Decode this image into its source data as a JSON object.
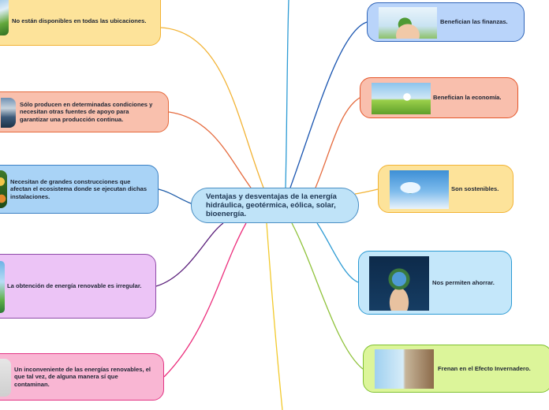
{
  "central": {
    "title": "Ventajas y desventajas de la energía hidráulica, geotérmica, eólica, solar, bioenergía."
  },
  "disadvantages": [
    {
      "text": "No están disponibles en todas las ubicaciones.",
      "fill": "#fde39a",
      "border": "#f2b335",
      "line": "#f2b335",
      "image_icon": "green-energy-photo-icon"
    },
    {
      "text": "Sólo producen en determinadas condiciones y necesitan otras fuentes de apoyo para garantizar una producción continua.",
      "fill": "#f9c0ad",
      "border": "#e56a3d",
      "line": "#e56a3d",
      "image_icon": "dam-photo-icon"
    },
    {
      "text": "Necesitan de grandes construcciones que afectan el ecosistema donde se ejecutan dichas instalaciones.",
      "fill": "#a9d3f6",
      "border": "#3a80c4",
      "line": "#1e5ca8",
      "image_icon": "forest-photo-icon"
    },
    {
      "text": "La obtención de energía renovable es irregular.",
      "fill": "#ecc4f6",
      "border": "#8f4aa8",
      "line": "#5a1e7a",
      "image_icon": "renewable-photo-icon"
    },
    {
      "text": "Un inconveniente de las energías renovables, el que tal vez, de alguna manera sí que contaminan.",
      "fill": "#f9b6d3",
      "border": "#e23584",
      "line": "#ec2e7c",
      "image_icon": "pollution-photo-icon"
    }
  ],
  "advantages": [
    {
      "text": "Benefician las finanzas.",
      "fill": "#b9d4fa",
      "border": "#2f64b8",
      "line": "#1a55b0",
      "image_icon": "eco-house-hands-icon"
    },
    {
      "text": "Benefician la economía.",
      "fill": "#f9bfad",
      "border": "#e5562a",
      "line": "#e56a3d",
      "image_icon": "house-meadow-icon"
    },
    {
      "text": "Son sostenibles.",
      "fill": "#fde39a",
      "border": "#f2b335",
      "line": "#f2b335",
      "image_icon": "lightbulb-tree-icon"
    },
    {
      "text": "Nos permiten ahorrar.",
      "fill": "#c4e7fa",
      "border": "#2d9bd4",
      "line": "#2d9bd4",
      "image_icon": "earth-in-hand-icon"
    },
    {
      "text": "Frenan en el Efecto Invernadero.",
      "fill": "#dcf59a",
      "border": "#7fc130",
      "line": "#8fc23a",
      "image_icon": "wind-vs-factory-icon"
    }
  ],
  "colors": {
    "central_fill": "#bfe3f8",
    "central_border": "#4a8fc4",
    "top_line": "#2d9bd4",
    "bottom_line": "#f2c92c"
  }
}
